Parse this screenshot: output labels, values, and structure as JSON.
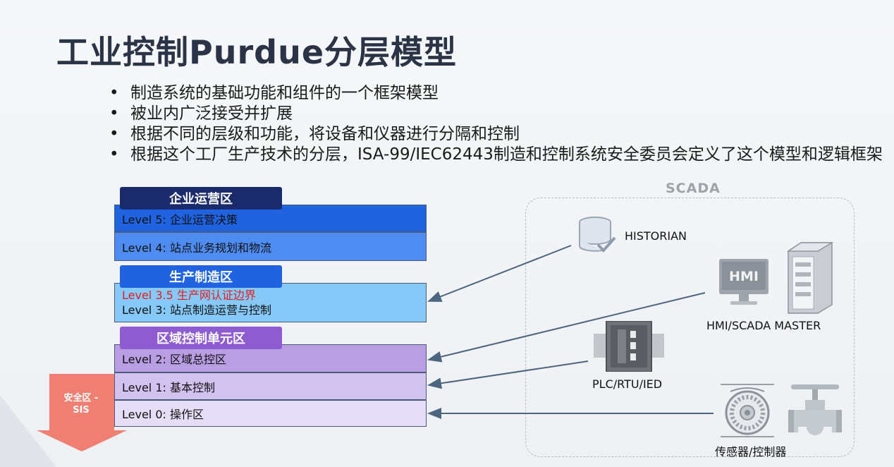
{
  "title": "工业控制Purdue分层模型",
  "bullets": [
    "制造系统的基础功能和组件的一个框架模型",
    "被业内广泛接受并扩展",
    "根据不同的层级和功能，将设备和仪器进行分隔和控制",
    "根据这个工厂生产技术的分层，ISA-99/IEC62443制造和控制系统安全委员会定义了这个模型和逻辑框架"
  ],
  "zones": {
    "enterprise": "企业运营区",
    "manufacturing": "生产制造区",
    "cell": "区域控制单元区"
  },
  "levels": {
    "l5": "Level 5: 企业运营决策",
    "l4": "Level 4: 站点业务规划和物流",
    "l35": "Level 3.5 生产网认证边界",
    "l3": "Level 3: 站点制造运营与控制",
    "l2": "Level 2: 区域总控区",
    "l1": "Level 1: 基本控制",
    "l0": "Level 0: 操作区"
  },
  "sis": {
    "line1": "安全区 -",
    "line2": "SIS"
  },
  "scada": {
    "title": "SCADA",
    "historian": "HISTORIAN",
    "hmi_icon_text": "HMI",
    "hmi_master": "HMI/SCADA MASTER",
    "plc": "PLC/RTU/IED",
    "sensors": "传感器/控制器"
  },
  "icons": [
    "database-icon",
    "hmi-monitor-icon",
    "server-tower-icon",
    "plc-module-icon",
    "turbine-sensor-icon",
    "valve-icon"
  ],
  "colors": {
    "title": "#2b3446",
    "zone_dark_blue": "#1b2a6b",
    "level5": "#1f63e0",
    "level4": "#4e8cf2",
    "level3": "#86c8f8",
    "level35_text": "#e02020",
    "zone_purple": "#8e5bd0",
    "level2": "#b99ee4",
    "level1": "#d2c2ef",
    "level0": "#e6def6",
    "sis_arrow": "#f07f73",
    "arrow": "#4d6680"
  }
}
